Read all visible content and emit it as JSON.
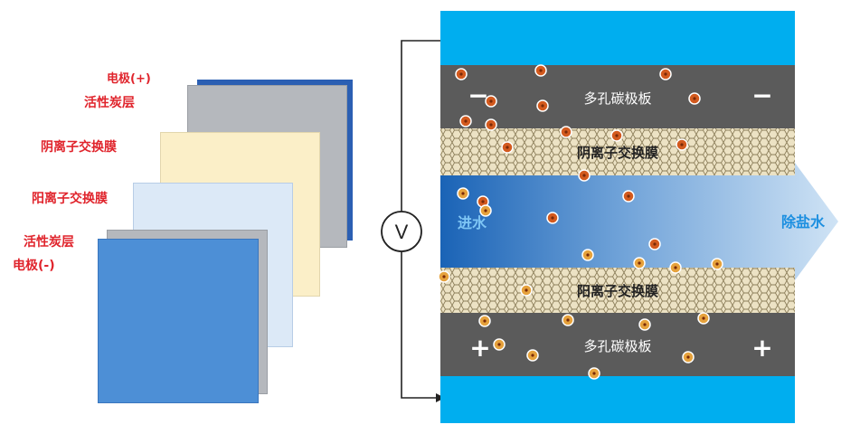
{
  "left_labels": {
    "electrode_pos": "电极(+)",
    "carbon_top": "活性炭层",
    "anion_membrane": "阴离子交换膜",
    "cation_membrane": "阳离子交换膜",
    "carbon_bottom": "活性炭层",
    "electrode_neg": "电极(-)"
  },
  "cell": {
    "voltmeter": "V",
    "porous_plate_top": "多孔碳极板",
    "anion_membrane": "阴离子交换膜",
    "feed": "进水",
    "product": "除盐水",
    "cation_membrane": "阳离子交换膜",
    "porous_plate_bottom": "多孔碳极板",
    "minus": "−",
    "plus": "+"
  },
  "colors": {
    "label_red": "#e0242c",
    "collector_blue": "#00aeef",
    "plate_gray": "#5b5b5b",
    "membrane_tan": "#ece2c4",
    "anion_ion": "#d35a1e",
    "cation_ion": "#e6a23c"
  }
}
